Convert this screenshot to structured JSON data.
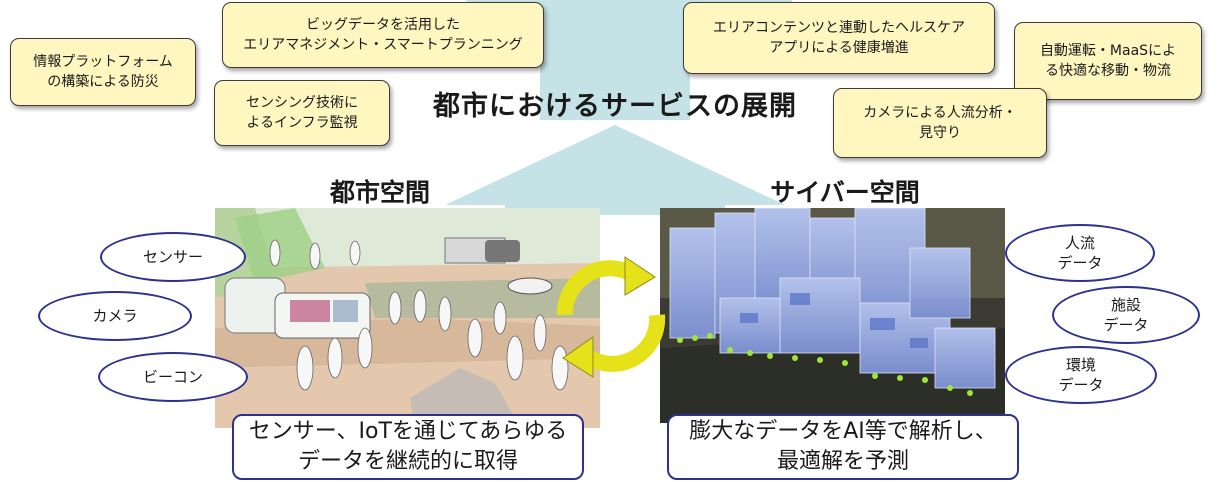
{
  "services": [
    "情報プラットフォーム\nの構築による防災",
    "ビッグデータを活用した\nエリアマネジメント・スマートプランニング",
    "センシング技術に\nよるインフラ監視",
    "エリアコンテンツと連動したヘルスケア\nアプリによる健康増進",
    "自動運転・MaaSによ\nる快適な移動・物流",
    "カメラによる人流分析・\n見守り"
  ],
  "center_title": "都市におけるサービスの展開",
  "physical": {
    "title": "都市空間",
    "inputs": [
      "センサー",
      "カメラ",
      "ビーコン"
    ],
    "caption": "センサー、IoTを通じてあらゆる\nデータを継続的に取得"
  },
  "cyber": {
    "title": "サイバー空間",
    "data_types": [
      "人流\nデータ",
      "施設\nデータ",
      "環境\nデータ"
    ],
    "caption": "膨大なデータをAI等で解析し、\n最適解を予測"
  },
  "colors": {
    "arrow_fill": "#c5e2e6",
    "box_fill": "#fff6c0",
    "outline_navy": "#2d3290",
    "cycle_arrow": "#e6e21a"
  }
}
